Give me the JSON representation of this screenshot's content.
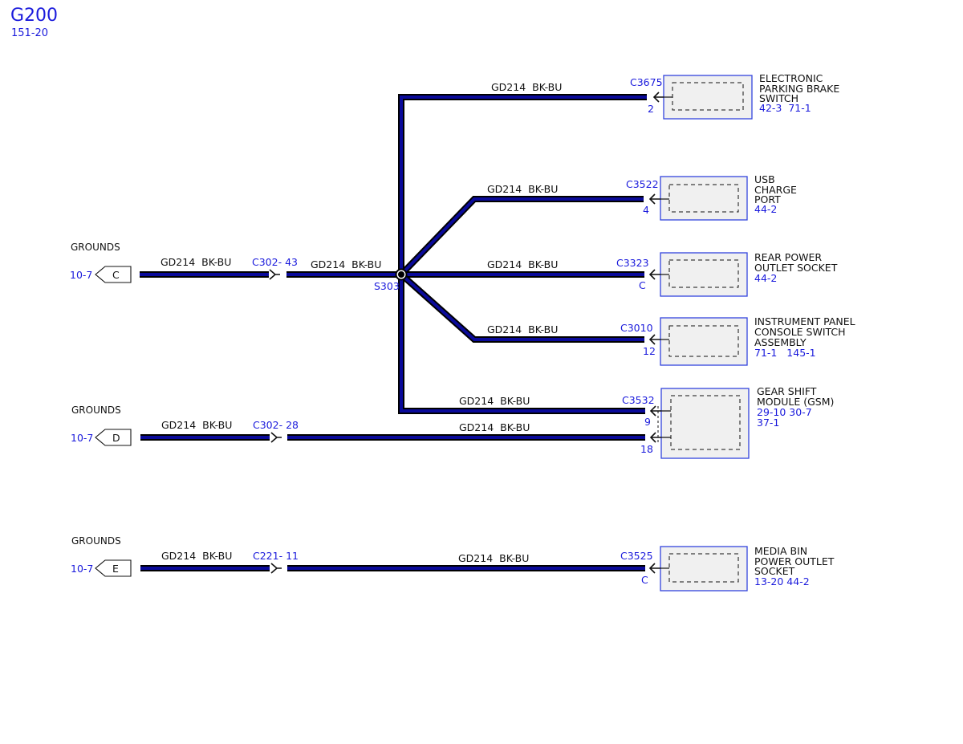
{
  "page": {
    "title": "G200",
    "subtitle": "151-20"
  },
  "colors": {
    "wire_core": "#0a0a9a",
    "wire_edge": "#000000",
    "blue_text": "#1a1adc",
    "component_fill": "#f0f0f0",
    "component_border": "#3344dd"
  },
  "grounds": [
    {
      "label": "GROUNDS",
      "ref": "10-7",
      "letter": "C",
      "wire": "GD214  BK-BU",
      "connector": "C302- 43"
    },
    {
      "label": "GROUNDS",
      "ref": "10-7",
      "letter": "D",
      "wire": "GD214  BK-BU",
      "connector": "C302- 28"
    },
    {
      "label": "GROUNDS",
      "ref": "10-7",
      "letter": "E",
      "wire": "GD214  BK-BU",
      "connector": "C221- 11"
    }
  ],
  "splice": {
    "name": "S303",
    "feed_wire": "GD214  BK-BU"
  },
  "branch_wires": {
    "epb": "GD214  BK-BU",
    "usb": "GD214  BK-BU",
    "rear": "GD214  BK-BU",
    "ipc": "GD214  BK-BU",
    "gsm_pin9": "GD214  BK-BU",
    "gsm_pin18": "GD214  BK-BU",
    "media": "GD214  BK-BU"
  },
  "components": {
    "epb": {
      "connector": "C3675",
      "pin": "2",
      "lines": [
        "ELECTRONIC",
        "PARKING BRAKE",
        "SWITCH"
      ],
      "refs": "42-3  71-1"
    },
    "usb": {
      "connector": "C3522",
      "pin": "4",
      "lines": [
        "USB",
        "CHARGE",
        "PORT"
      ],
      "refs": "44-2"
    },
    "rear": {
      "connector": "C3323",
      "pin": "C",
      "lines": [
        "REAR POWER",
        "OUTLET SOCKET"
      ],
      "refs": "44-2"
    },
    "ipc": {
      "connector": "C3010",
      "pin": "12",
      "lines": [
        "INSTRUMENT PANEL",
        "CONSOLE SWITCH",
        "ASSEMBLY"
      ],
      "refs": "71-1   145-1"
    },
    "gsm": {
      "connector": "C3532",
      "pin_a": "9",
      "pin_b": "18",
      "lines": [
        "GEAR SHIFT",
        "MODULE (GSM)"
      ],
      "refs": [
        "29-10 30-7",
        "37-1"
      ]
    },
    "media": {
      "connector": "C3525",
      "pin": "C",
      "lines": [
        "MEDIA BIN",
        "POWER OUTLET",
        "SOCKET"
      ],
      "refs": "13-20 44-2"
    }
  }
}
